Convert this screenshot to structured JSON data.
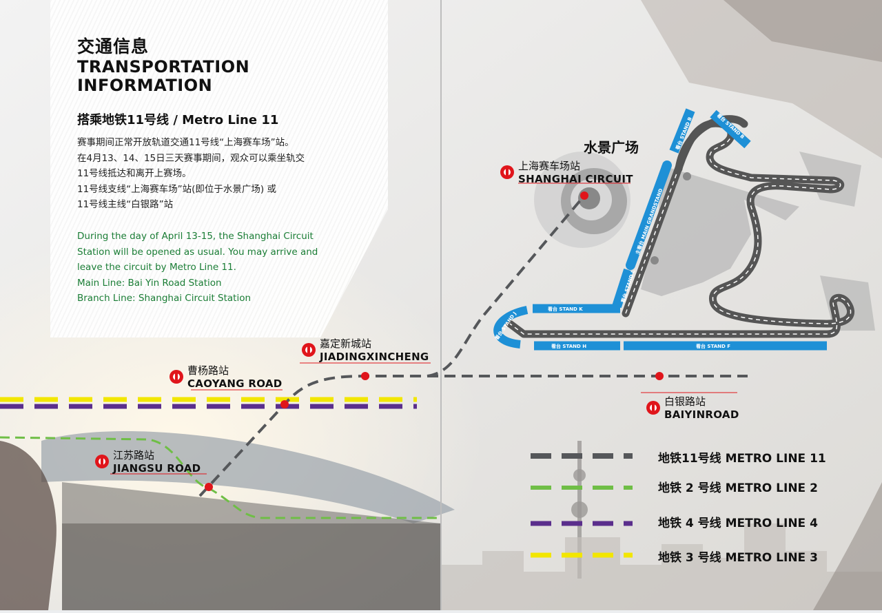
{
  "header": {
    "title_cn": "交通信息",
    "title_en_line1": "TRANSPORTATION",
    "title_en_line2": "INFORMATION",
    "subtitle": "搭乘地铁11号线 / Metro Line 11"
  },
  "info": {
    "cn_lines": [
      "赛事期间正常开放轨道交通11号线“上海赛车场”站。",
      "在4月13、14、15日三天赛事期间，观众可以乘坐轨交",
      "11号线抵达和离开上赛场。",
      "11号线支线“上海赛车场”站(即位于水景广场) 或",
      "11号线主线“白银路”站"
    ],
    "en_lines": [
      "During the day of April 13-15, the Shanghai Circuit",
      "Station will be opened as usual. You may arrive and",
      "leave the circuit by Metro Line 11.",
      "Main Line: Bai Yin Road Station",
      "Branch Line: Shanghai Circuit Station"
    ]
  },
  "map": {
    "plaza_label": "水景广场",
    "stations": {
      "shanghai_circuit": {
        "cn": "上海赛车场站",
        "en": "SHANGHAI CIRCUIT"
      },
      "jiadingxincheng": {
        "cn": "嘉定新城站",
        "en": "JIADINGXINCHENG"
      },
      "caoyang_road": {
        "cn": "曹杨路站",
        "en": "CAOYANG ROAD"
      },
      "baiyinroad": {
        "cn": "白银路站",
        "en": "BAIYINROAD"
      },
      "jiangsu_road": {
        "cn": "江苏路站",
        "en": "JIANGSU ROAD"
      }
    },
    "stands": {
      "stand_b_left": "看台 STAND B",
      "stand_b_right": "看台 STAND B",
      "main_grandstand": "主看台 MAIN GRANDSTAND",
      "stand_l": "看台 STAND L",
      "stand_k": "看台 STAND K",
      "stand_j": "看台 STAND J",
      "stand_h": "看台 STAND H",
      "stand_f": "看台 STAND F"
    },
    "colors": {
      "line11": "#55575a",
      "line2": "#6fbe46",
      "line4": "#5a2e8c",
      "line3": "#f2e600",
      "station_dot": "#e0151b",
      "stand_blue": "#1e90d6"
    }
  },
  "legend": [
    {
      "label": "地铁11号线 METRO LINE 11",
      "color": "#55575a"
    },
    {
      "label": "地铁 2 号线 METRO LINE 2",
      "color": "#6fbe46"
    },
    {
      "label": "地铁 4 号线 METRO LINE 4",
      "color": "#5a2e8c"
    },
    {
      "label": "地铁 3 号线 METRO LINE 3",
      "color": "#f2e600"
    }
  ]
}
